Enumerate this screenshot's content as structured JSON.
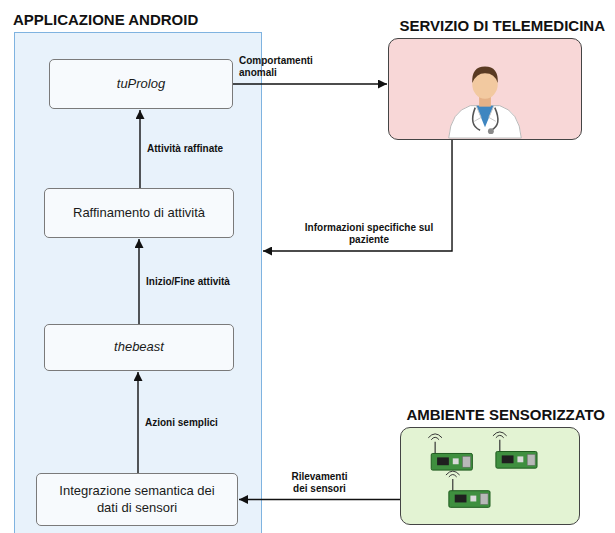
{
  "diagram": {
    "nodes": [
      {
        "text": [
          "APPLICAZIONE ANDROID"
        ]
      },
      {
        "text": [
          "tuProlog"
        ],
        "in": 0
      },
      {
        "text": [
          "Raffinamento di attività"
        ],
        "in": 0
      },
      {
        "text": [
          "thebeast"
        ],
        "in": 0
      },
      {
        "text": [
          "Integrazione semantica dei dati di sensori"
        ],
        "in": 0
      },
      {
        "text": [
          "SERVIZIO DI TELEMEDICINA"
        ]
      },
      {
        "text": [
          "AMBIENTE SENSORIZZATO"
        ]
      }
    ],
    "edges": [
      {
        "from": 4,
        "to": 3,
        "label": "Azioni semplici",
        "arrow": "to"
      },
      {
        "from": 3,
        "to": 2,
        "label": "Inizio/Fine attività",
        "arrow": "to"
      },
      {
        "from": 2,
        "to": 1,
        "label": "Attività raffinate",
        "arrow": "to"
      },
      {
        "from": 1,
        "to": 5,
        "label": "Comportamenti anomali",
        "arrow": "to"
      },
      {
        "from": 5,
        "to": 0,
        "label": "Informazioni specifiche sul paziente",
        "arrow": "to"
      },
      {
        "from": 6,
        "to": 4,
        "label": "Rilevamenti dei sensori",
        "arrow": "to"
      }
    ]
  }
}
